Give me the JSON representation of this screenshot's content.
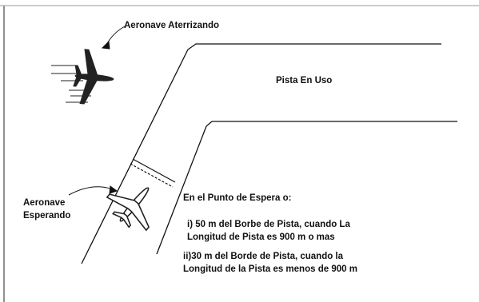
{
  "diagram": {
    "labels": {
      "landing_aircraft": "Aeronave Aterrizando",
      "runway_in_use": "Pista En Uso",
      "waiting_aircraft_line1": "Aeronave",
      "waiting_aircraft_line2": "Esperando",
      "holding_point_title": "En el Punto de Espera o:",
      "rule_i_line1": "i) 50 m del Borbe de Pista, cuando La",
      "rule_i_line2": "Longitud de Pista es 900 m o mas",
      "rule_ii_line1": "ii)30 m del Borde de Pista, cuando la",
      "rule_ii_line2": "Longitud de la Pista es menos de 900 m"
    },
    "icons": {
      "landing": "airplane-icon",
      "holding": "airplane-icon"
    },
    "colors": {
      "ink": "#111111",
      "background": "#ffffff"
    }
  }
}
